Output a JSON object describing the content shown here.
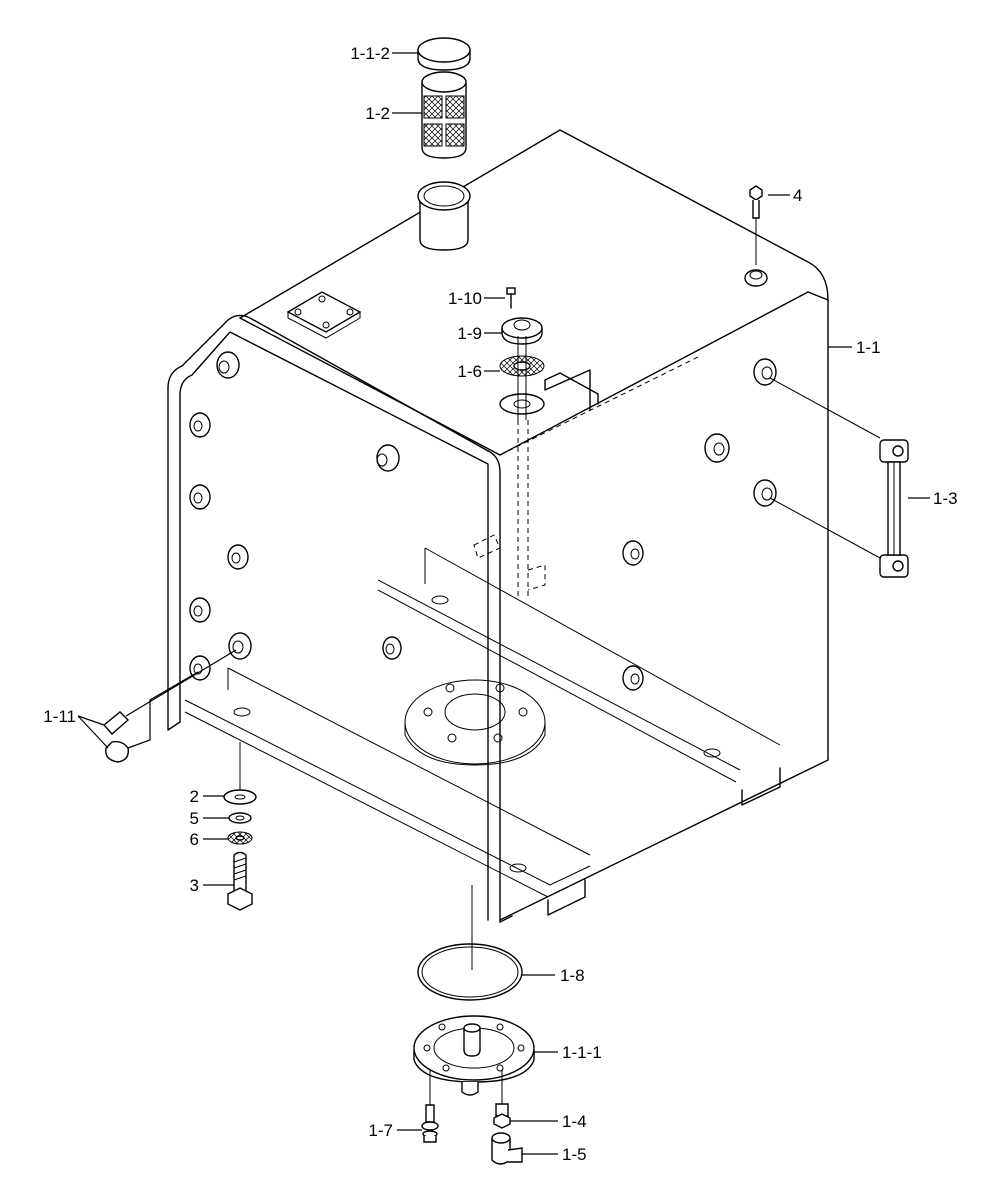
{
  "labels": {
    "cap": "1-1-2",
    "strainer": "1-2",
    "bolt_top": "4",
    "tank": "1-1",
    "screw_small": "1-10",
    "gauge_flange": "1-9",
    "gasket_top": "1-6",
    "level_gauge": "1-3",
    "plugs": "1-11",
    "washer_flat": "2",
    "washer_spring": "5",
    "washer_rubber": "6",
    "bolt_mount": "3",
    "oring": "1-8",
    "drain_flange": "1-1-1",
    "bolt_drain": "1-7",
    "drain_plug": "1-4",
    "drain_cock": "1-5"
  }
}
